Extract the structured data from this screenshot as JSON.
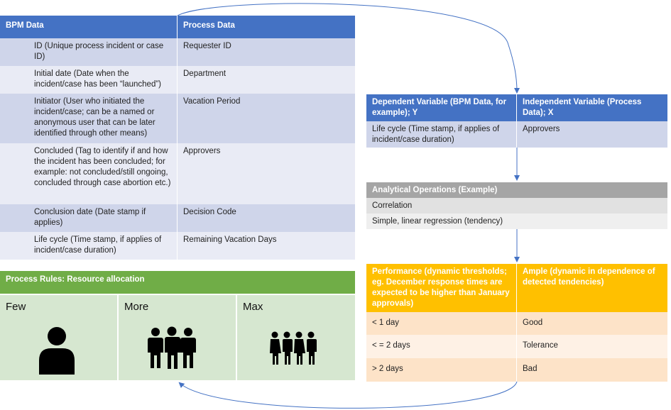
{
  "bpm_table": {
    "headers": [
      "BPM Data",
      "Process Data"
    ],
    "rows": [
      [
        "ID (Unique process incident or case ID)",
        "Requester ID"
      ],
      [
        "Initial date (Date when the incident/case has been “launched”)",
        "Department"
      ],
      [
        "Initiator (User who initiated the incident/case; can be a named or anonymous user that can be later identified through other means)",
        "Vacation Period"
      ],
      [
        "Concluded (Tag to identify if and how the incident has been concluded; for example: not concluded/still ongoing, concluded through case abortion etc.)",
        "Approvers"
      ],
      [
        "Conclusion date (Date stamp if applies)",
        "Decision Code"
      ],
      [
        "Life cycle (Time stamp, if applies of incident/case duration)",
        "Remaining Vacation Days"
      ]
    ]
  },
  "variables_table": {
    "headers": [
      "Dependent Variable (BPM Data, for example); Y",
      "Independent Variable (Process  Data); X"
    ],
    "row": [
      "Life cycle (Time stamp, if applies of incident/case duration)",
      "Approvers"
    ]
  },
  "operations_table": {
    "header": "Analytical Operations (Example)",
    "rows": [
      "Correlation",
      "Simple, linear regression (tendency)"
    ]
  },
  "performance_table": {
    "headers": [
      "Performance (dynamic thresholds; eg. December response times are expected to be higher than January approvals)",
      "Ample (dynamic in dependence of detected tendencies)"
    ],
    "rows": [
      [
        "< 1 day",
        "Good"
      ],
      [
        "< = 2 days",
        "Tolerance"
      ],
      [
        "> 2 days",
        "Bad"
      ]
    ]
  },
  "process_rules": {
    "title": "Process Rules: Resource allocation",
    "levels": [
      {
        "label": "Few",
        "icon": "single-person-icon"
      },
      {
        "label": "More",
        "icon": "three-people-icon"
      },
      {
        "label": "Max",
        "icon": "four-people-icon"
      }
    ]
  },
  "colors": {
    "blue_header": "#4472c4",
    "grey_header": "#a5a5a5",
    "orange_header": "#ffc000",
    "green_header": "#70ad47"
  }
}
